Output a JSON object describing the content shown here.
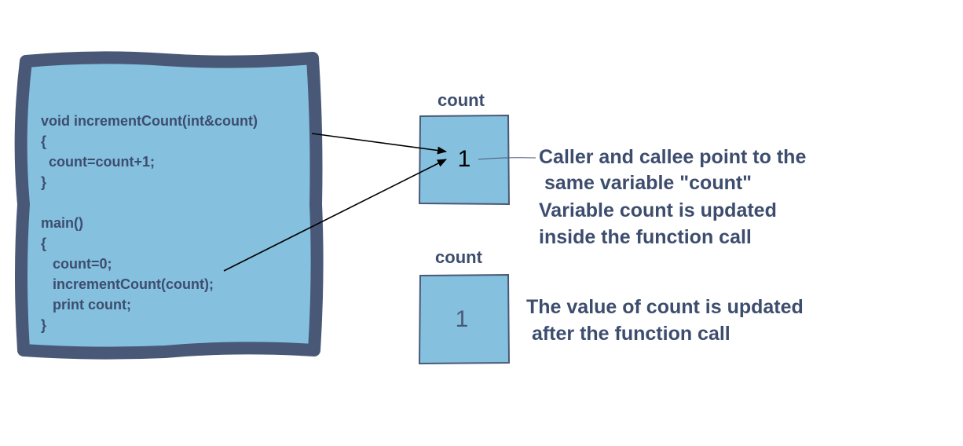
{
  "code_panel": {
    "lines": [
      "void incrementCount(int&count)",
      "{",
      "  count=count+1;",
      "}",
      "",
      "main()",
      "{",
      "   count=0;",
      "   incrementCount(count);",
      "   print count;",
      "}"
    ]
  },
  "variable_boxes": [
    {
      "label": "count",
      "value": "1",
      "description": [
        "Caller and callee point to the",
        " same variable \"count\"",
        "Variable count is updated",
        "inside the function call"
      ]
    },
    {
      "label": "count",
      "value": "1",
      "description": [
        "The value of count is updated",
        " after the function call"
      ]
    }
  ],
  "colors": {
    "panel_fill": "#85c0df",
    "panel_border": "#4a5878",
    "box_fill": "#85c0df",
    "box_border": "#4a5878",
    "text": "#3d4d6e",
    "arrow": "#000000"
  }
}
